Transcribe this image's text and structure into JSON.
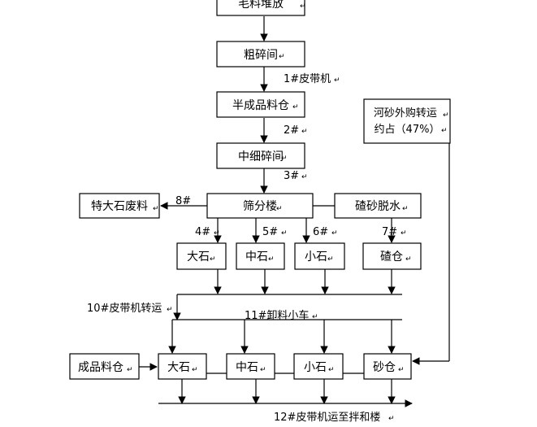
{
  "boxes": {
    "raw_stockpile": "毛料堆放",
    "primary_crushing": "粗碎间",
    "semi_finished_bin": "半成品料仓",
    "secondary_crushing": "中细碎间",
    "screening_building": "筛分楼",
    "oversize_waste": "特大石废料",
    "slag_sand_dewatering": "碴砂脱水",
    "river_sand_purchase": "河砂外购转运约占（47%）",
    "large_stone": "大石",
    "medium_stone": "中石",
    "small_stone": "小石",
    "slag_bin": "碴仓",
    "finished_bin": "成品料仓",
    "final_large_stone": "大石",
    "final_medium_stone": "中石",
    "final_small_stone": "小石",
    "sand_bin": "砂仓"
  },
  "labels": {
    "belt1": "1#皮带机",
    "belt2": "2#",
    "belt3": "3#",
    "belt4": "4#",
    "belt5": "5#",
    "belt6": "6#",
    "belt7": "7#",
    "belt8": "8#",
    "belt10": "10#皮带机转运",
    "belt11": "11#卸料小车",
    "belt12": "12#皮带机运至拌和楼"
  }
}
